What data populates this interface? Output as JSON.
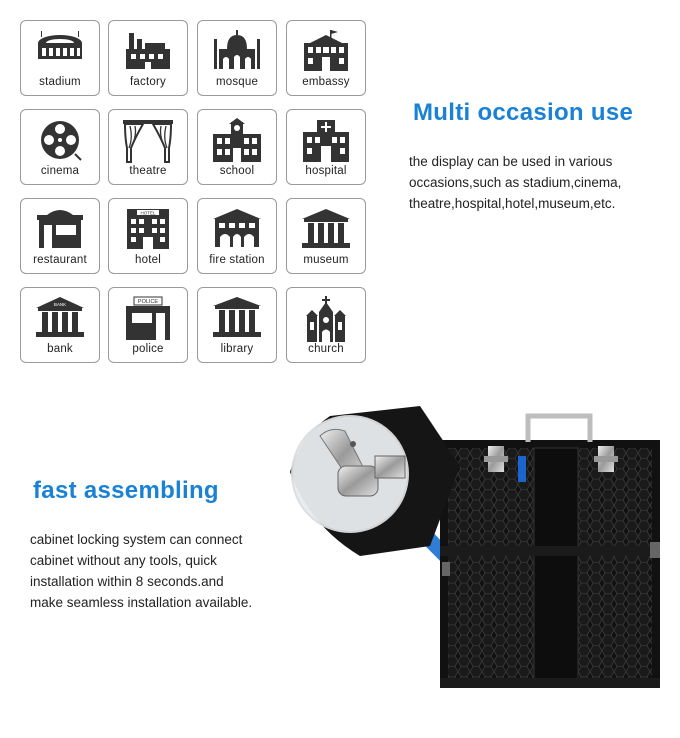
{
  "occasions": [
    {
      "label": "stadium",
      "icon": "stadium-icon"
    },
    {
      "label": "factory",
      "icon": "factory-icon"
    },
    {
      "label": "mosque",
      "icon": "mosque-icon"
    },
    {
      "label": "embassy",
      "icon": "embassy-icon"
    },
    {
      "label": "cinema",
      "icon": "film-reel-icon"
    },
    {
      "label": "theatre",
      "icon": "curtain-icon"
    },
    {
      "label": "school",
      "icon": "school-icon"
    },
    {
      "label": "hospital",
      "icon": "hospital-icon"
    },
    {
      "label": "restaurant",
      "icon": "restaurant-icon"
    },
    {
      "label": "hotel",
      "icon": "hotel-icon"
    },
    {
      "label": "fire station",
      "icon": "fire-station-icon"
    },
    {
      "label": "museum",
      "icon": "museum-icon"
    },
    {
      "label": "bank",
      "icon": "bank-icon"
    },
    {
      "label": "police",
      "icon": "police-icon"
    },
    {
      "label": "library",
      "icon": "library-icon"
    },
    {
      "label": "church",
      "icon": "church-icon"
    }
  ],
  "icon_texts": {
    "bank": "BANK",
    "police": "POLICE",
    "hotel": "HOTEL"
  },
  "multi": {
    "title": "Multi occasion use",
    "lines": [
      "the display can be used in various",
      "occasions,such as stadium,cinema,",
      "theatre,hospital,hotel,museum,etc."
    ]
  },
  "fast": {
    "title": "fast assembling",
    "lines": [
      "cabinet locking system can connect",
      "cabinet without any tools, quick",
      "installation within 8 seconds.and",
      "make seamless installation available."
    ]
  },
  "colors": {
    "accent": "#1a82d4",
    "icon": "#333333",
    "tile_border": "#9a9a9a"
  }
}
